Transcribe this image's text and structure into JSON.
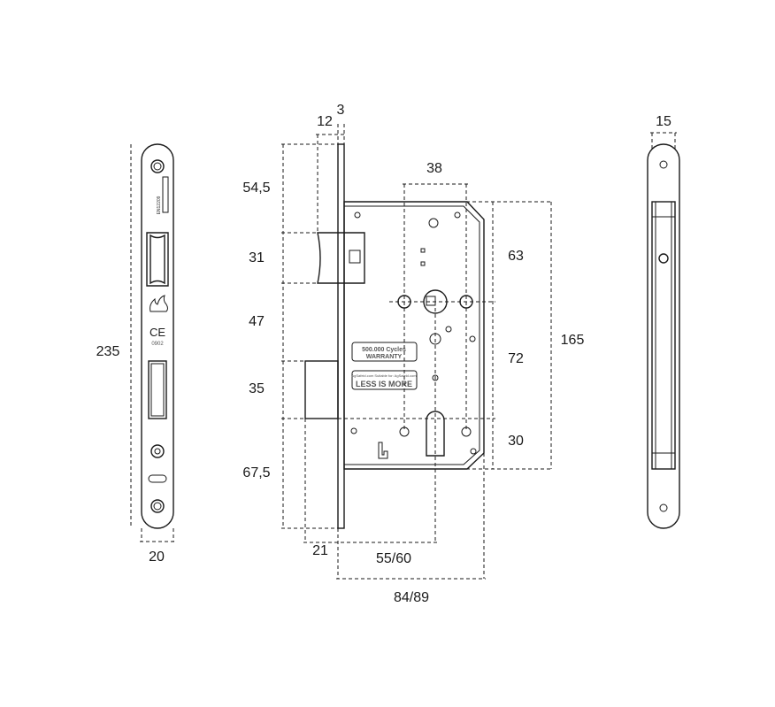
{
  "title": "Mortise lock technical drawing",
  "front_view": {
    "height_label": "235",
    "width_label": "20",
    "marks": {
      "standard": "EN12209",
      "ce": "CE",
      "ce_number": "0902"
    }
  },
  "side_view": {
    "dims": {
      "d12": "12",
      "d3": "3",
      "d54_5": "54,5",
      "d31": "31",
      "d47": "47",
      "d35": "35",
      "d67_5": "67,5",
      "d38": "38",
      "d63": "63",
      "d72": "72",
      "d30": "30",
      "d165": "165",
      "d21": "21",
      "d55_60": "55/60",
      "d84_89": "84/89"
    },
    "label1": {
      "line1": "500.000 Cycles",
      "line2": "WARRANTY"
    },
    "label2": {
      "small": "AgSafeid.com  Suitable for:  AgSafeid.com",
      "main": "LESS IS MORE"
    }
  },
  "edge_view": {
    "width_label": "15"
  }
}
